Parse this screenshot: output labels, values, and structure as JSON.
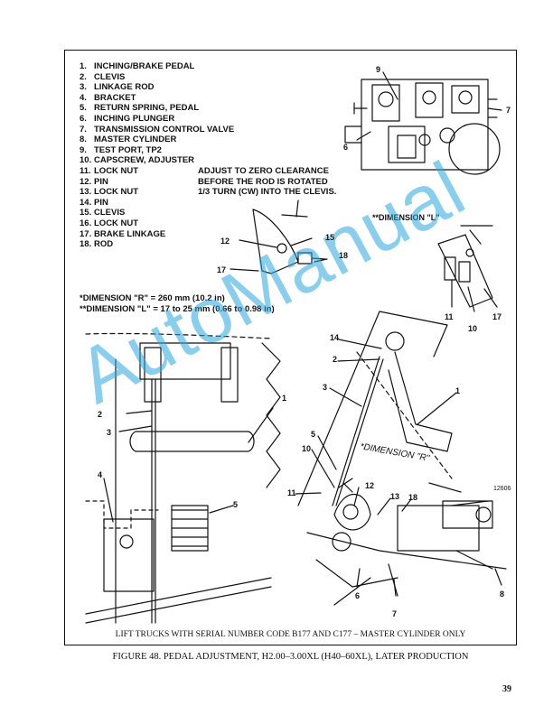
{
  "legend": [
    {
      "num": "1.",
      "label": "INCHING/BRAKE PEDAL"
    },
    {
      "num": "2.",
      "label": "CLEVIS"
    },
    {
      "num": "3.",
      "label": "LINKAGE ROD"
    },
    {
      "num": "4.",
      "label": "BRACKET"
    },
    {
      "num": "5.",
      "label": "RETURN SPRING, PEDAL"
    },
    {
      "num": "6.",
      "label": "INCHING PLUNGER"
    },
    {
      "num": "7.",
      "label": "TRANSMISSION CONTROL VALVE"
    },
    {
      "num": "8.",
      "label": "MASTER CYLINDER"
    },
    {
      "num": "9.",
      "label": "TEST PORT, TP2"
    },
    {
      "num": "10.",
      "label": "CAPSCREW, ADJUSTER"
    },
    {
      "num": "11.",
      "label": "LOCK NUT"
    },
    {
      "num": "12.",
      "label": "PIN"
    },
    {
      "num": "13.",
      "label": "LOCK NUT"
    },
    {
      "num": "14.",
      "label": "PIN"
    },
    {
      "num": "15.",
      "label": "CLEVIS"
    },
    {
      "num": "16.",
      "label": "LOCK NUT"
    },
    {
      "num": "17.",
      "label": "BRAKE LINKAGE"
    },
    {
      "num": "18.",
      "label": "ROD"
    }
  ],
  "adjust_note": {
    "line1": "ADJUST TO ZERO CLEARANCE",
    "line2": "BEFORE THE ROD IS ROTATED",
    "line3": "1/3 TURN (CW) INTO THE CLEVIS."
  },
  "dimension_l_label": "**DIMENSION \"L\"",
  "dimension_r_note": "*DIMENSION \"R\" = 260 mm (10.2 in)",
  "dimension_l_note": "**DIMENSION \"L\" = 17 to 25 mm (0.66 to 0.98 in)",
  "dimension_r_label": "*DIMENSION \"R\"",
  "figure_code": "12606",
  "callouts": {
    "c1a": "1",
    "c1b": "1",
    "c2a": "2",
    "c2b": "2",
    "c3a": "3",
    "c3b": "3",
    "c4": "4",
    "c5a": "5",
    "c5b": "5",
    "c6a": "6",
    "c6b": "6",
    "c7a": "7",
    "c7b": "7",
    "c8": "8",
    "c9": "9",
    "c10a": "10",
    "c10b": "10",
    "c11a": "11",
    "c11b": "11",
    "c12a": "12",
    "c12b": "12",
    "c13": "13",
    "c14": "14",
    "c15": "15",
    "c17a": "17",
    "c17b": "17",
    "c18a": "18",
    "c18b": "18"
  },
  "inner_caption": "LIFT TRUCKS WITH SERIAL NUMBER CODE B177 AND C177 – MASTER CYLINDER ONLY",
  "figure_caption": "FIGURE 48. PEDAL ADJUSTMENT, H2.00–3.00XL (H40–60XL), LATER PRODUCTION",
  "page_number": "39",
  "watermark": "AutoManual",
  "colors": {
    "watermark": "#2aa8e0",
    "ink": "#111111"
  }
}
